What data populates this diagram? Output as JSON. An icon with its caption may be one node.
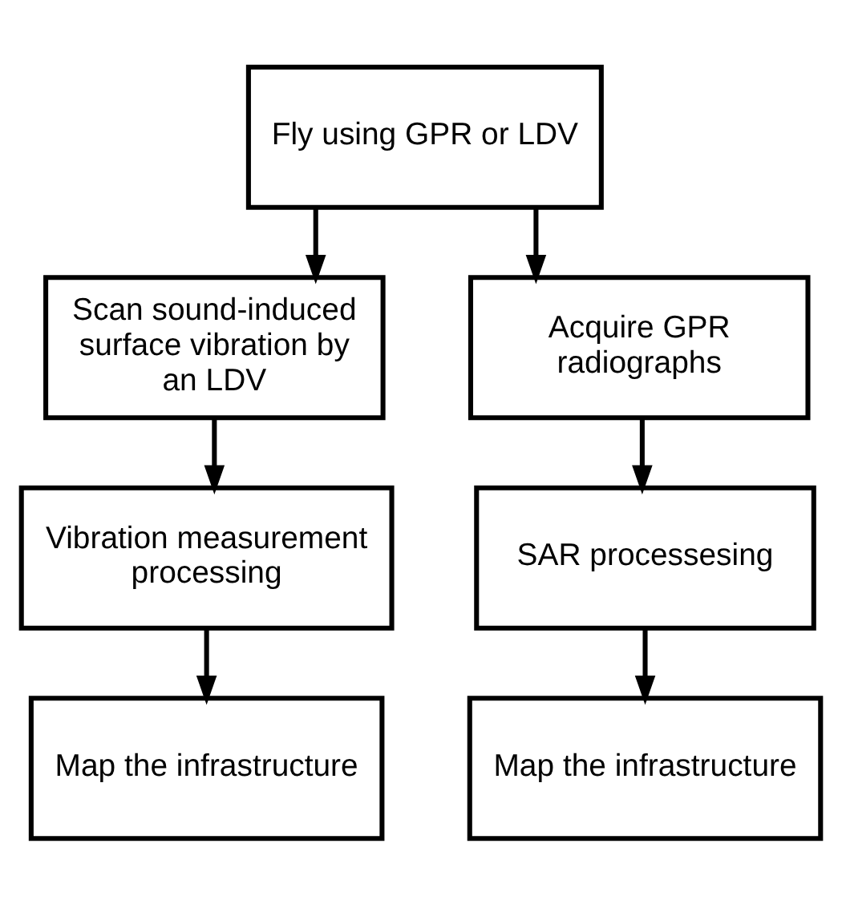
{
  "diagram": {
    "nodes": [
      {
        "text": [
          "Fly using GPR or LDV"
        ]
      },
      {
        "text": [
          "Scan sound-induced surface vibration by an LDV"
        ]
      },
      {
        "text": [
          "Acquire GPR radiographs"
        ]
      },
      {
        "text": [
          "Vibration measurement processing"
        ]
      },
      {
        "text": [
          "SAR processesing"
        ]
      },
      {
        "text": [
          "Map the infrastructure"
        ]
      },
      {
        "text": [
          "Map the infrastructure"
        ]
      }
    ],
    "edges": [
      {
        "from": 0,
        "to": 1,
        "arrow": "to"
      },
      {
        "from": 0,
        "to": 2,
        "arrow": "to"
      },
      {
        "from": 1,
        "to": 3,
        "arrow": "to"
      },
      {
        "from": 2,
        "to": 4,
        "arrow": "to"
      },
      {
        "from": 3,
        "to": 5,
        "arrow": "to"
      },
      {
        "from": 4,
        "to": 6,
        "arrow": "to"
      }
    ]
  }
}
